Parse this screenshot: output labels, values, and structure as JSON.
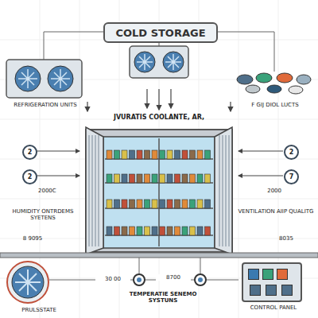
{
  "diagram": {
    "title": "COLD STORAGE",
    "nodes": [
      {
        "text": [
          "2"
        ]
      },
      {
        "text": [
          "2"
        ]
      },
      {
        "text": [
          "2"
        ]
      },
      {
        "text": [
          "7"
        ]
      },
      {
        "text": [
          "CONTROL PANEL"
        ]
      }
    ],
    "labels": [
      "REFRIGERATION UNITS",
      "JVURATIS COOLANTE, AR,",
      "F GIJ DIOL LUCTS",
      "HUMIDITY ONTRDEMS SYETENS",
      "2000C",
      "8 9095",
      "2000",
      "VENTILATION AIIP QUALITG",
      "8035",
      "PRULSSTATE",
      "30 00",
      "8700",
      "TEMPERATIE SENEMO SYSTUNS"
    ]
  }
}
